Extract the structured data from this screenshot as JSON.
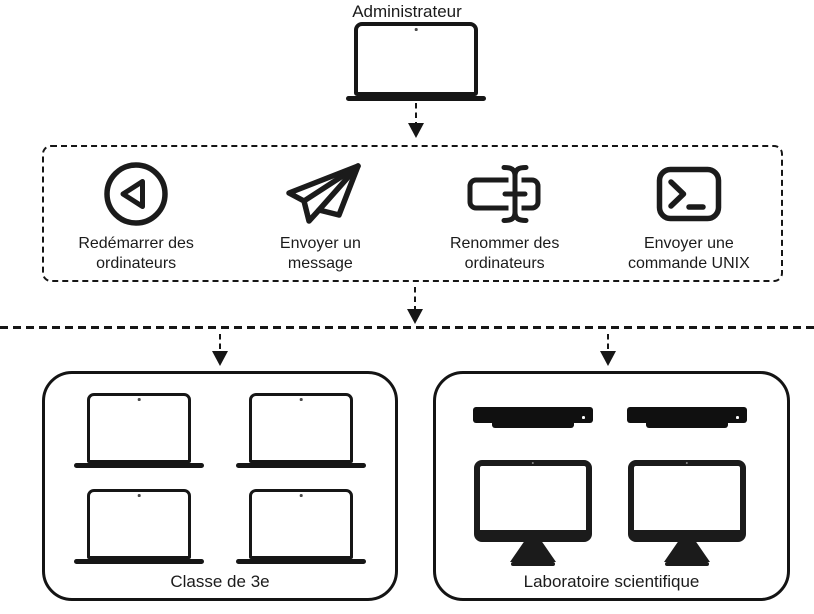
{
  "admin": {
    "label": "Administrateur",
    "device": "laptop"
  },
  "actions": {
    "items": [
      {
        "icon": "restart-icon",
        "label": "Redémarrer des ordinateurs"
      },
      {
        "icon": "paper-plane-icon",
        "label": "Envoyer un message"
      },
      {
        "icon": "rename-field-icon",
        "label": "Renommer des ordinateurs"
      },
      {
        "icon": "terminal-icon",
        "label": "Envoyer une commande UNIX"
      }
    ]
  },
  "groups": [
    {
      "label": "Classe de 3e",
      "devices": [
        {
          "type": "laptop",
          "count": 4
        }
      ]
    },
    {
      "label": "Laboratoire scientifique",
      "devices": [
        {
          "type": "server",
          "count": 2
        },
        {
          "type": "desktop",
          "count": 2
        }
      ]
    }
  ],
  "colors": {
    "ink": "#1b1b1b",
    "background": "#ffffff"
  }
}
